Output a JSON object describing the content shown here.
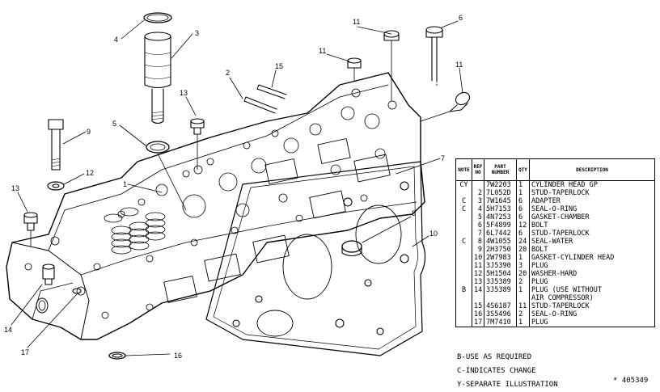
{
  "callouts": [
    "1",
    "2",
    "3",
    "4",
    "5",
    "6",
    "7",
    "8",
    "9",
    "10",
    "11",
    "11",
    "11",
    "12",
    "13",
    "13",
    "14",
    "15",
    "16",
    "17"
  ],
  "table": {
    "headers": [
      "NOTE",
      "REF NO",
      "PART NUMBER",
      "QTY",
      "DESCRIPTION"
    ],
    "rows": [
      {
        "note": "CY",
        "ref": "",
        "part": "7W2203",
        "qty": "1",
        "desc": "CYLINDER HEAD GP"
      },
      {
        "note": "",
        "ref": "2",
        "part": "7L052D",
        "qty": "1",
        "desc": "STUD-TAPERLOCK"
      },
      {
        "note": "C",
        "ref": "3",
        "part": "7W1645",
        "qty": "6",
        "desc": "ADAPTER"
      },
      {
        "note": "C",
        "ref": "4",
        "part": "5H7153",
        "qty": "6",
        "desc": "SEAL-O-RING"
      },
      {
        "note": "",
        "ref": "5",
        "part": "4N7253",
        "qty": "6",
        "desc": "GASKET-CHAMBER"
      },
      {
        "note": "",
        "ref": "6",
        "part": "5F4899",
        "qty": "12",
        "desc": "BOLT"
      },
      {
        "note": "",
        "ref": "7",
        "part": "6L7442",
        "qty": "6",
        "desc": "STUD-TAPERLOCK"
      },
      {
        "note": "C",
        "ref": "8",
        "part": "4W1055",
        "qty": "24",
        "desc": "SEAL-WATER"
      },
      {
        "note": "",
        "ref": "9",
        "part": "2H3750",
        "qty": "20",
        "desc": "BOLT"
      },
      {
        "note": "",
        "ref": "10",
        "part": "2W7983",
        "qty": "1",
        "desc": "GASKET-CYLINDER HEAD"
      },
      {
        "note": "",
        "ref": "11",
        "part": "3J5390",
        "qty": "3",
        "desc": "PLUG"
      },
      {
        "note": "",
        "ref": "12",
        "part": "5H1504",
        "qty": "20",
        "desc": "WASHER-HARD"
      },
      {
        "note": "",
        "ref": "13",
        "part": "3J5389",
        "qty": "2",
        "desc": "PLUG"
      },
      {
        "note": "B",
        "ref": "14",
        "part": "3J5389",
        "qty": "1",
        "desc": "PLUG (USE WITHOUT"
      },
      {
        "note": "",
        "ref": "",
        "part": "",
        "qty": "",
        "desc": "AIR COMPRESSOR)"
      },
      {
        "note": "",
        "ref": "15",
        "part": "4S6187",
        "qty": "11",
        "desc": "STUD-TAPERLOCK"
      },
      {
        "note": "",
        "ref": "16",
        "part": "3S5496",
        "qty": "2",
        "desc": "SEAL-O-RING"
      },
      {
        "note": "",
        "ref": "17",
        "part": "7M7410",
        "qty": "1",
        "desc": "PLUG"
      }
    ]
  },
  "notes": [
    "B-USE AS REQUIRED",
    "C-INDICATES CHANGE",
    "Y-SEPARATE ILLUSTRATION"
  ],
  "illustration_id": "* 405349"
}
